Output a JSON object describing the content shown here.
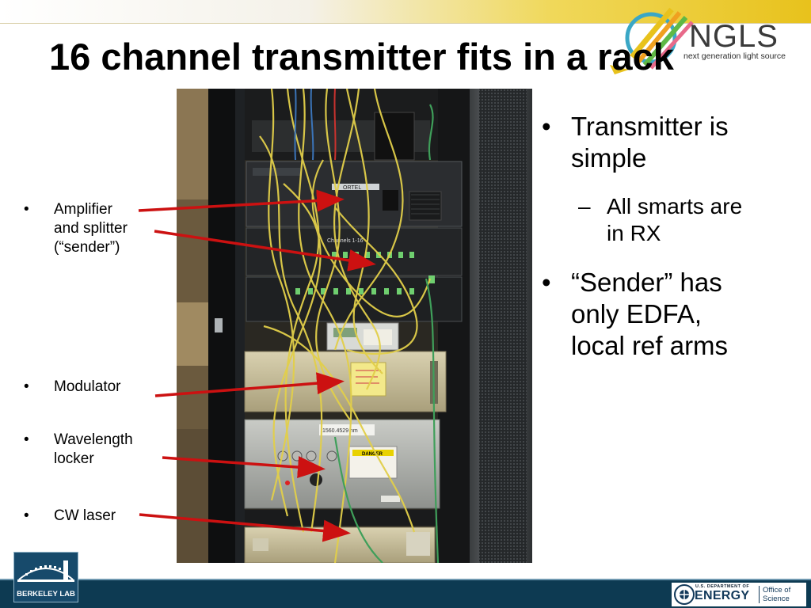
{
  "slide": {
    "title": "16 channel transmitter fits in a rack"
  },
  "logo": {
    "ngls_word": "NGLS",
    "ngls_sub": "next generation light source",
    "berkeley": "BERKELEY LAB",
    "doe_small": "U.S. DEPARTMENT OF",
    "doe_big": "ENERGY",
    "doe_office": "Office of\nScience"
  },
  "photo_labels": {
    "ortel": "ORTEL",
    "channels": "Channels 1-16",
    "danger": "DANGER",
    "wavelength_note": "1560.4529 nm"
  },
  "left_bullets": [
    {
      "marker": "•",
      "text": "Amplifier\nand splitter\n(“sender”)"
    },
    {
      "marker": "•",
      "text": "Modulator"
    },
    {
      "marker": "•",
      "text": "Wavelength\nlocker"
    },
    {
      "marker": "•",
      "text": "CW laser"
    }
  ],
  "right_bullets": [
    {
      "marker": "•",
      "text": "Transmitter is\nsimple"
    },
    {
      "marker": "–",
      "text": "All smarts are\nin RX"
    },
    {
      "marker": "•",
      "text": "“Sender”  has\nonly EDFA,\nlocal ref arms"
    }
  ],
  "colors": {
    "footer": "#0d3a52",
    "arrow": "#cc1111",
    "title": "#000000",
    "accent_yellow": "#e8c21c"
  }
}
